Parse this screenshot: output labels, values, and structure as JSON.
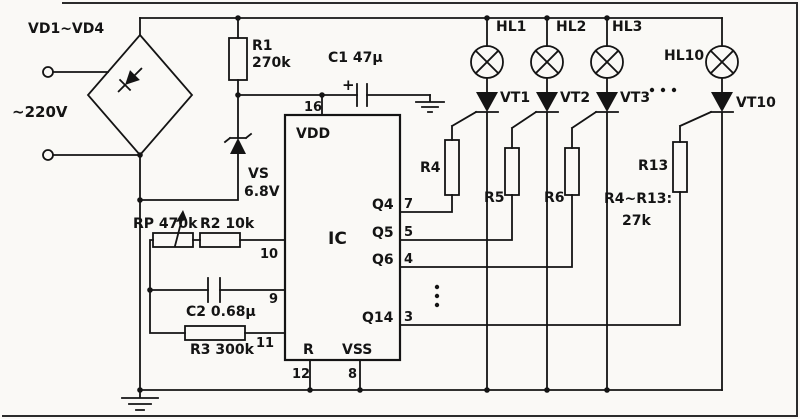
{
  "colors": {
    "ink": "#141414",
    "paper": "#faf9f6"
  },
  "schematic": {
    "power_input": {
      "bridge": "VD1~VD4",
      "mains": "~220V"
    },
    "supply": {
      "r1": "R1",
      "r1_value": "270k",
      "c1": "C1 47μ",
      "c1_polarity": "+",
      "vs": "VS",
      "vs_value": "6.8V"
    },
    "oscillator": {
      "rp": "RP 470k",
      "r2": "R2 10k",
      "c2": "C2 0.68μ",
      "r3": "R3 300k"
    },
    "ic": {
      "label": "IC",
      "vdd": "VDD",
      "vss": "VSS",
      "reset": "R",
      "q4": "Q4",
      "q5": "Q5",
      "q6": "Q6",
      "q14": "Q14",
      "pin16": "16",
      "pin7": "7",
      "pin5": "5",
      "pin4": "4",
      "pin3": "3",
      "pin10": "10",
      "pin9": "9",
      "pin11": "11",
      "pin12": "12",
      "pin8": "8"
    },
    "lamps": {
      "hl1": "HL1",
      "hl2": "HL2",
      "hl3": "HL3",
      "hl10": "HL10"
    },
    "thyristors": {
      "vt1": "VT1",
      "vt2": "VT2",
      "vt3": "VT3",
      "vt10": "VT10"
    },
    "gate_resistors": {
      "r4": "R4",
      "r5": "R5",
      "r6": "R6",
      "r13": "R13",
      "note_line1": "R4~R13:",
      "note_line2": "27k"
    }
  }
}
